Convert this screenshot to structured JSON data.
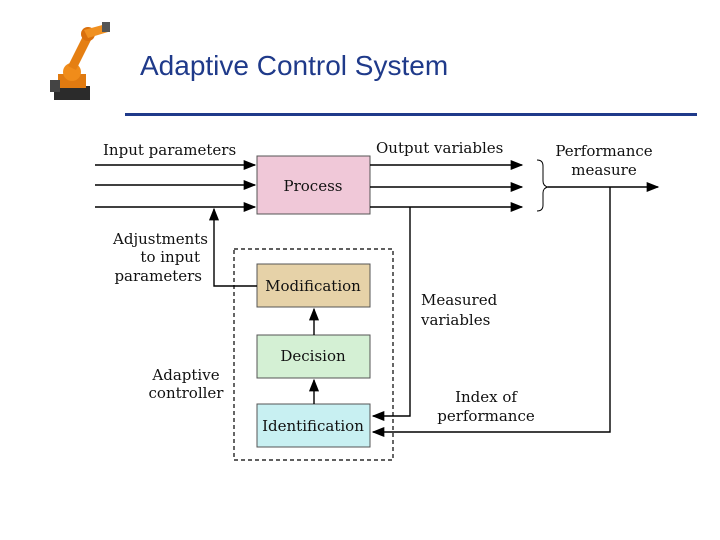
{
  "slide": {
    "title": "Adaptive Control System"
  },
  "colors": {
    "title": "#1f3a8a",
    "process_box": "#f0c8d8",
    "modification_box": "#e6d2a8",
    "decision_box": "#d4f0d4",
    "identification_box": "#c8f0f2"
  },
  "icons": {
    "logo": "industrial-robot-arm-icon"
  },
  "diagram": {
    "labels": {
      "input_parameters": "Input parameters",
      "output_variables": "Output variables",
      "performance_measure_line1": "Performance",
      "performance_measure_line2": "measure",
      "adjustments_line1": "Adjustments",
      "adjustments_line2": "to input",
      "adjustments_line3": "parameters",
      "measured_line1": "Measured",
      "measured_line2": "variables",
      "adaptive_line1": "Adaptive",
      "adaptive_line2": "controller",
      "index_line1": "Index of",
      "index_line2": "performance"
    },
    "blocks": {
      "process": "Process",
      "modification": "Modification",
      "decision": "Decision",
      "identification": "Identification"
    }
  }
}
